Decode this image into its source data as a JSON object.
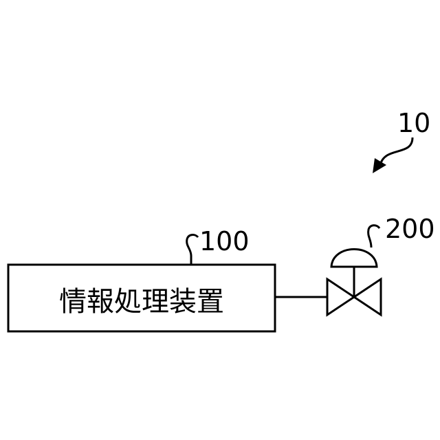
{
  "system": {
    "ref_number": "10"
  },
  "info_processing_device": {
    "ref_number": "100",
    "label": "情報処理装置"
  },
  "valve": {
    "ref_number": "200",
    "icon": "control-valve-icon"
  },
  "colors": {
    "line": "#000000",
    "background": "#ffffff"
  }
}
